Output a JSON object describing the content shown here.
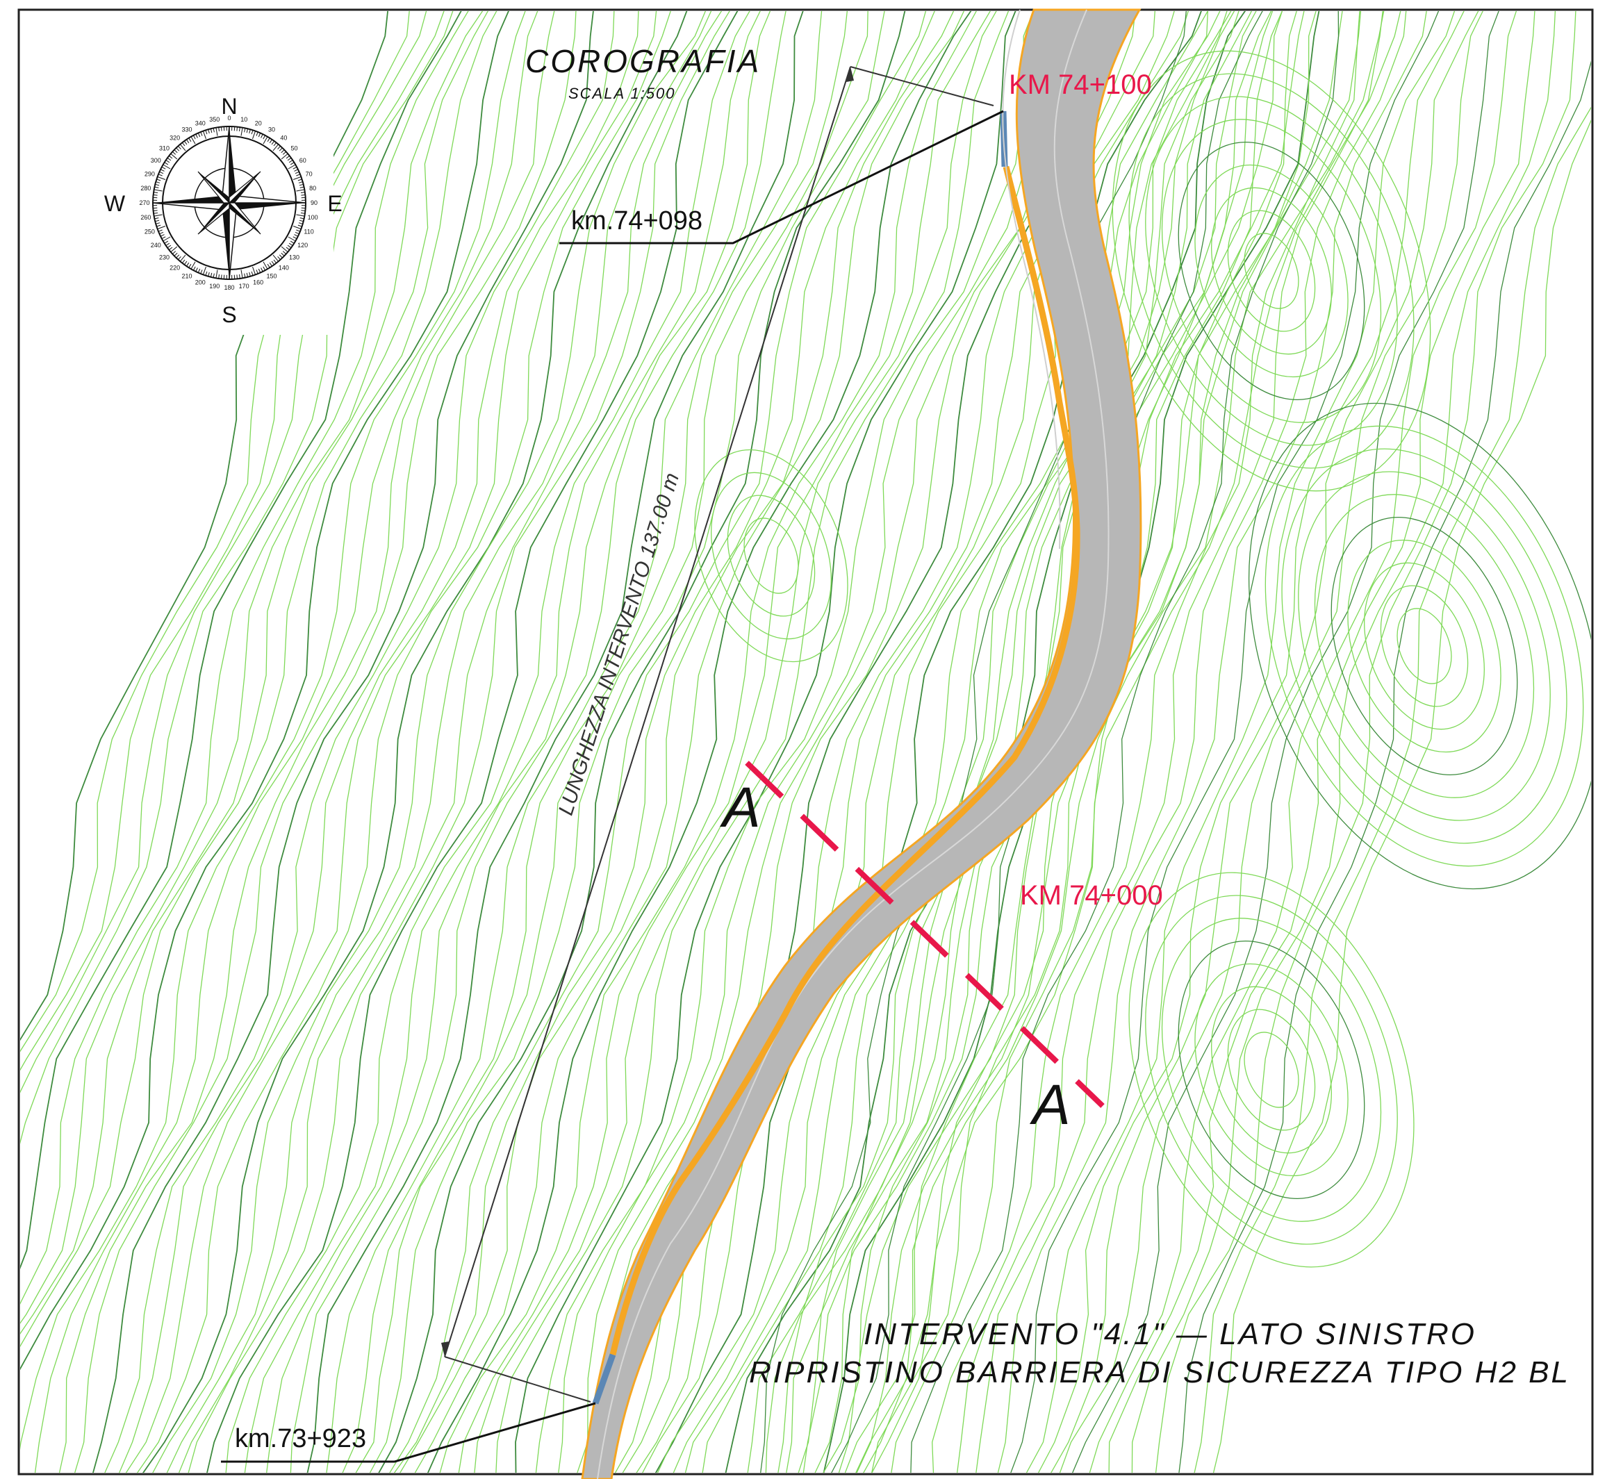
{
  "title": {
    "main": "COROGRAFIA",
    "scale": "SCALA 1:500"
  },
  "compass": {
    "north": "N",
    "south": "S",
    "east": "E",
    "west": "W",
    "degrees": [
      "0",
      "10",
      "20",
      "30",
      "40",
      "50",
      "60",
      "70",
      "80",
      "90",
      "100",
      "110",
      "120",
      "130",
      "140",
      "150",
      "160",
      "170",
      "180",
      "190",
      "200",
      "210",
      "220",
      "230",
      "240",
      "250",
      "260",
      "270",
      "280",
      "290",
      "300",
      "310",
      "320",
      "330",
      "340",
      "350"
    ]
  },
  "road_markers": {
    "km_top": "KM 74+100",
    "km_mid": "KM 74+000"
  },
  "callouts": {
    "start_km": "km.74+098",
    "end_km": "km.73+923"
  },
  "dimension": {
    "label": "LUNGHEZZA INTERVENTO 137.00 m"
  },
  "section": {
    "label_left": "A",
    "label_right": "A"
  },
  "caption": {
    "line1": "INTERVENTO \"4.1\" — LATO SINISTRO",
    "line2": "RIPRISTINO BARRIERA DI SICUREZZA TIPO H2 BL"
  },
  "colors": {
    "contour_light": "#7ed957",
    "contour_dark": "#3d8b3d",
    "road_fill": "#b7b7b7",
    "barrier": "#f5a623",
    "barrier_end": "#5b87b5",
    "section_line": "#e8174a",
    "km_text": "#e8174a"
  }
}
